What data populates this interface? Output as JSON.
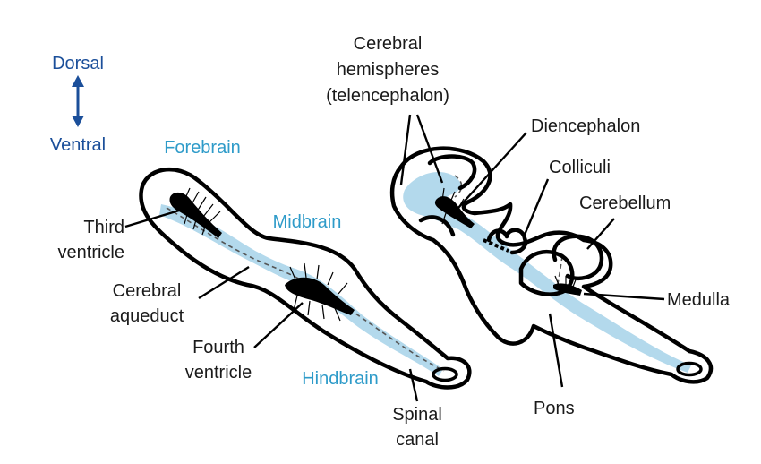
{
  "orientation": {
    "dorsal": "Dorsal",
    "ventral": "Ventral"
  },
  "left_brain": {
    "forebrain": "Forebrain",
    "midbrain": "Midbrain",
    "hindbrain": "Hindbrain",
    "third_ventricle": [
      "Third",
      "ventricle"
    ],
    "cerebral_aqueduct": [
      "Cerebral",
      "aqueduct"
    ],
    "fourth_ventricle": [
      "Fourth",
      "ventricle"
    ],
    "spinal_canal": [
      "Spinal",
      "canal"
    ]
  },
  "right_brain": {
    "cerebral_hemispheres": [
      "Cerebral",
      "hemispheres",
      "(telencephalon)"
    ],
    "diencephalon": "Diencephalon",
    "colliculi": "Colliculi",
    "cerebellum": "Cerebellum",
    "medulla": "Medulla",
    "pons": "Pons"
  },
  "colors": {
    "region_label": "#2e9bc9",
    "orientation_label": "#1b4f9a",
    "ventricle_fill": "#b3d9ec",
    "outline": "#000000"
  }
}
